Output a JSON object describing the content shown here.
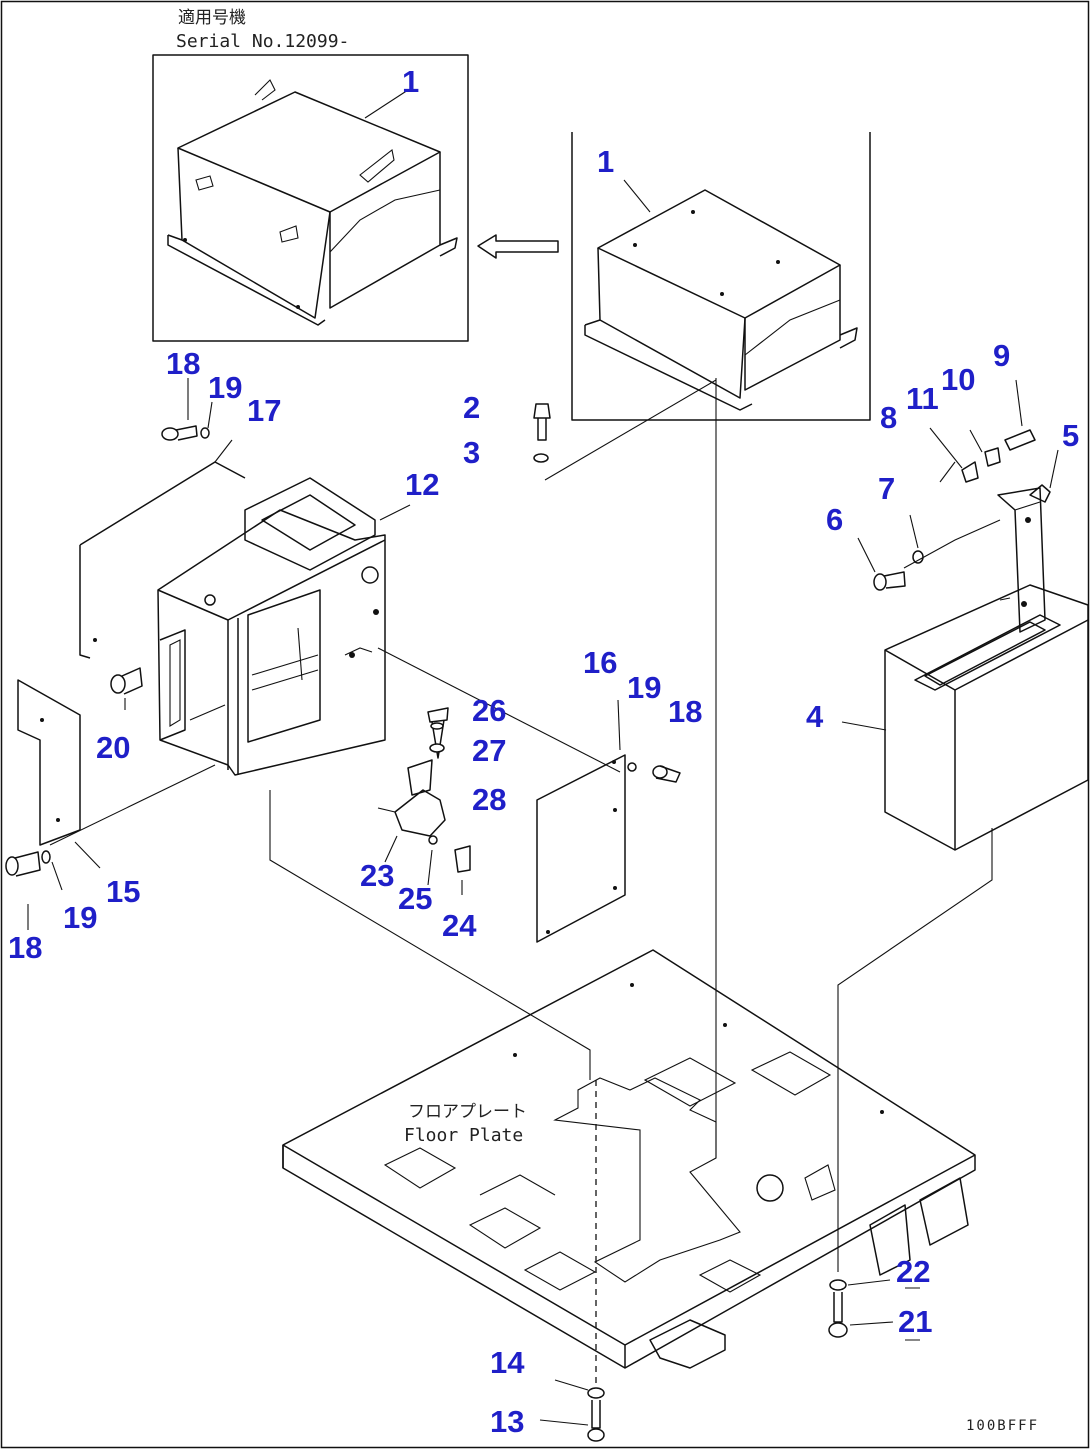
{
  "header": {
    "note_jp": "適用号機",
    "serial": "Serial No.12099-"
  },
  "floor_plate": {
    "label_jp": "フロアプレート",
    "label_en": "Floor Plate"
  },
  "drawing_number": "100BFFF",
  "part_labels": {
    "inset_1": "1",
    "p1": "1",
    "p2": "2",
    "p3": "3",
    "p4": "4",
    "p5": "5",
    "p6": "6",
    "p7": "7",
    "p8": "8",
    "p9": "9",
    "p10": "10",
    "p11": "11",
    "p12": "12",
    "p13": "13",
    "p14": "14",
    "p15": "15",
    "p16": "16",
    "p17": "17",
    "p18_top": "18",
    "p18_mid": "18",
    "p18_left": "18",
    "p19_top": "19",
    "p19_mid": "19",
    "p19_left": "19",
    "p20": "20",
    "p21": "21",
    "p22": "22",
    "p23": "23",
    "p24": "24",
    "p25": "25",
    "p26": "26",
    "p27": "27",
    "p28": "28"
  }
}
